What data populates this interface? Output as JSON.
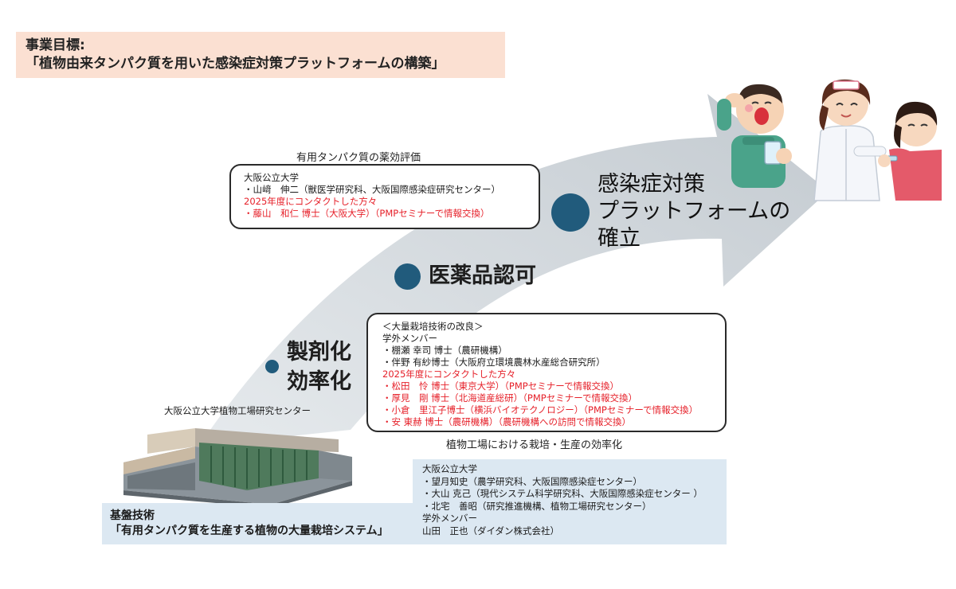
{
  "goal": {
    "line1": "事業目標:",
    "line2": "「植物由来タンパク質を用いた感染症対策プラットフォームの構築」"
  },
  "stages": {
    "stage1_line1": "製剤化",
    "stage1_line2": "効率化",
    "stage2": "医薬品認可",
    "stage3_line1": "感染症対策",
    "stage3_line2": "プラットフォームの",
    "stage3_line3": "確立"
  },
  "eval_box": {
    "caption": "有用タンパク質の薬効評価",
    "lines": [
      {
        "text": "大阪公立大学",
        "red": false
      },
      {
        "text": "・山﨑　伸二（獣医学研究科、大阪国際感染症研究センター）",
        "red": false
      },
      {
        "text": "2025年度にコンタクトした方々",
        "red": true
      },
      {
        "text": "・藤山　和仁 博士（大阪大学）（PMPセミナーで情報交換）",
        "red": true
      }
    ]
  },
  "cultivation_box": {
    "caption": "植物工場における栽培・生産の効率化",
    "lines": [
      {
        "text": "＜大量栽培技術の改良＞",
        "red": false
      },
      {
        "text": "学外メンバー",
        "red": false
      },
      {
        "text": "・棚瀬 幸司 博士（農研機構）",
        "red": false
      },
      {
        "text": "・伴野 有紗博士（大阪府立環境農林水産総合研究所）",
        "red": false
      },
      {
        "text": "2025年度にコンタクトした方々",
        "red": true
      },
      {
        "text": "・松田　怜 博士（東京大学）（PMPセミナーで情報交換）",
        "red": true
      },
      {
        "text": "・厚見　剛 博士（北海道産総研）（PMPセミナーで情報交換）",
        "red": true
      },
      {
        "text": "・小倉　里江子博士（横浜バイオテクノロジー）（PMPセミナーで情報交換）",
        "red": true
      },
      {
        "text": "・安 東赫 博士（農研機構）（農研機構への訪問で情報交換）",
        "red": true
      }
    ]
  },
  "facility": {
    "caption": "大阪公立大学植物工場研究センター"
  },
  "base": {
    "line1": "基盤技術",
    "line2": "「有用タンパク質を生産する植物の大量栽培システム」"
  },
  "base_members": {
    "lines": [
      "大阪公立大学",
      "・望月知史（農学研究科、大阪国際感染症センター）",
      "・大山 克己（現代システム科学研究科、大阪国際感染症センター ）",
      "・北宅　善昭（研究推進機構、植物工場研究センター）",
      "学外メンバー",
      "山田　正也（ダイダン株式会社）"
    ]
  },
  "colors": {
    "arrow": "#c9d0d6",
    "dot": "#215b7c",
    "goal_bg": "#fbe0d2",
    "base_bg": "#dce8f2",
    "red_text": "#e6212a"
  },
  "icons": [
    "patient-illustration",
    "nurse-child-illustration",
    "plant-factory-illustration"
  ]
}
